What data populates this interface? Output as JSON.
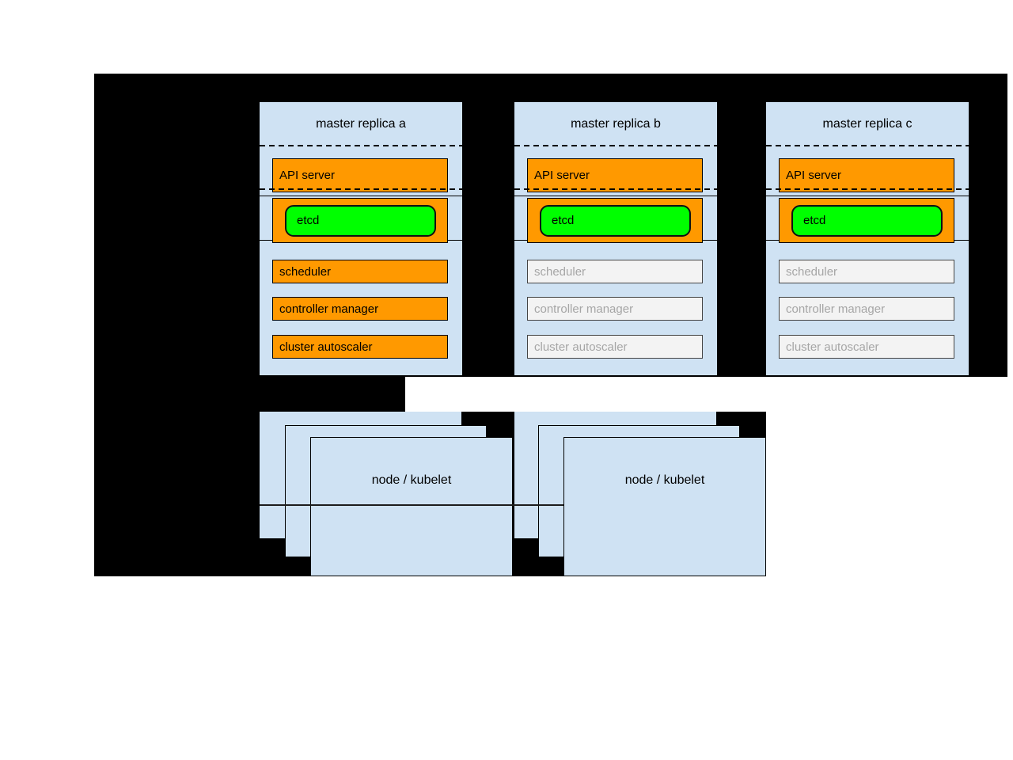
{
  "diagram": {
    "replicas": [
      {
        "title": "master replica a",
        "state": "active",
        "api_server_label": "API server",
        "etcd_label": "etcd",
        "components": [
          "scheduler",
          "controller manager",
          "cluster autoscaler"
        ]
      },
      {
        "title": "master replica b",
        "state": "inactive",
        "api_server_label": "API server",
        "etcd_label": "etcd",
        "components": [
          "scheduler",
          "controller manager",
          "cluster autoscaler"
        ]
      },
      {
        "title": "master replica c",
        "state": "inactive",
        "api_server_label": "API server",
        "etcd_label": "etcd",
        "components": [
          "scheduler",
          "controller manager",
          "cluster autoscaler"
        ]
      }
    ],
    "node_groups": [
      {
        "label": "node / kubelet"
      },
      {
        "label": "node / kubelet"
      }
    ],
    "colors": {
      "page_background": "#ffffff",
      "diagram_background": "#000000",
      "panel_blue": "#cfe2f3",
      "active_orange": "#ff9900",
      "etcd_green": "#00ff00",
      "inactive_fill": "#f3f3f3",
      "inactive_text": "#a6a6a6"
    }
  }
}
